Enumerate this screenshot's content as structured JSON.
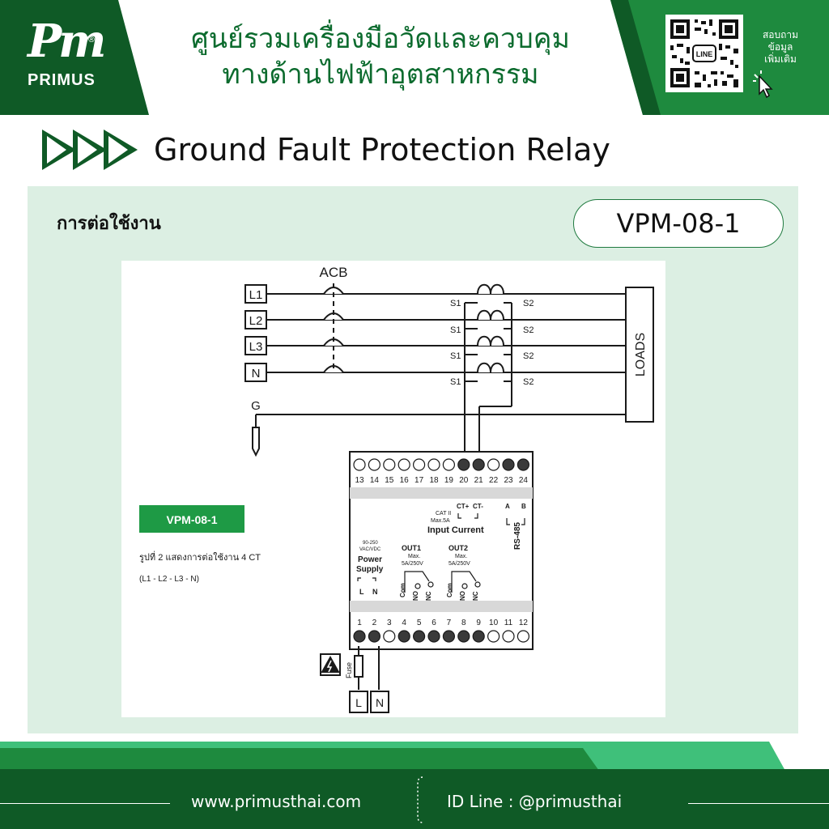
{
  "header": {
    "logo_mark": "Pm",
    "logo_reg": "®",
    "logo_name": "PRIMUS",
    "title_line1": "ศูนย์รวมเครื่องมือวัดและควบคุม",
    "title_line2": "ทางด้านไฟฟ้าอุตสาหกรรม",
    "qr_label": "LINE",
    "qr_ask": [
      "สอบถาม",
      "ข้อมูล",
      "เพิ่มเติม"
    ]
  },
  "title": "Ground Fault Protection Relay",
  "usage_label": "การต่อใช้งาน",
  "model": "VPM-08-1",
  "diagram": {
    "acb_label": "ACB",
    "phases": [
      "L1",
      "L2",
      "L3",
      "N"
    ],
    "ground": "G",
    "s1": "S1",
    "s2": "S2",
    "loads": "LOADS",
    "top_terminals": [
      "13",
      "14",
      "15",
      "16",
      "17",
      "18",
      "19",
      "20",
      "21",
      "22",
      "23",
      "24"
    ],
    "bottom_terminals": [
      "1",
      "2",
      "3",
      "4",
      "5",
      "6",
      "7",
      "8",
      "9",
      "10",
      "11",
      "12"
    ],
    "ct_plus": "CT+",
    "ct_minus": "CT-",
    "cat": "CAT II",
    "max5a": "Max.5A",
    "input_current": "Input Current",
    "rs485": "RS-485",
    "rs_a": "A",
    "rs_b": "B",
    "ps_range1": "90-250",
    "ps_range2": "VAC/VDC",
    "power": "Power",
    "supply": "Supply",
    "ps_l": "L",
    "ps_n": "N",
    "out1": "OUT1",
    "out2": "OUT2",
    "max": "Max.",
    "rating": "5A/250V",
    "com": "Com",
    "no": "NO",
    "nc": "NC",
    "fuse": "Fuse",
    "supply_l": "L",
    "supply_n": "N",
    "badge": "VPM-08-1",
    "caption1": "รูปที่ 2  แสดงการต่อใช้งาน 4 CT",
    "caption2": "(L1 - L2 - L3 - N)"
  },
  "footer": {
    "website": "www.primusthai.com",
    "line_id": "ID Line : @primusthai"
  },
  "colors": {
    "brand_dark": "#0f5a26",
    "brand_mid": "#1e8a3e",
    "brand_light": "#3fc07a",
    "panel_bg": "#dcefe3"
  }
}
